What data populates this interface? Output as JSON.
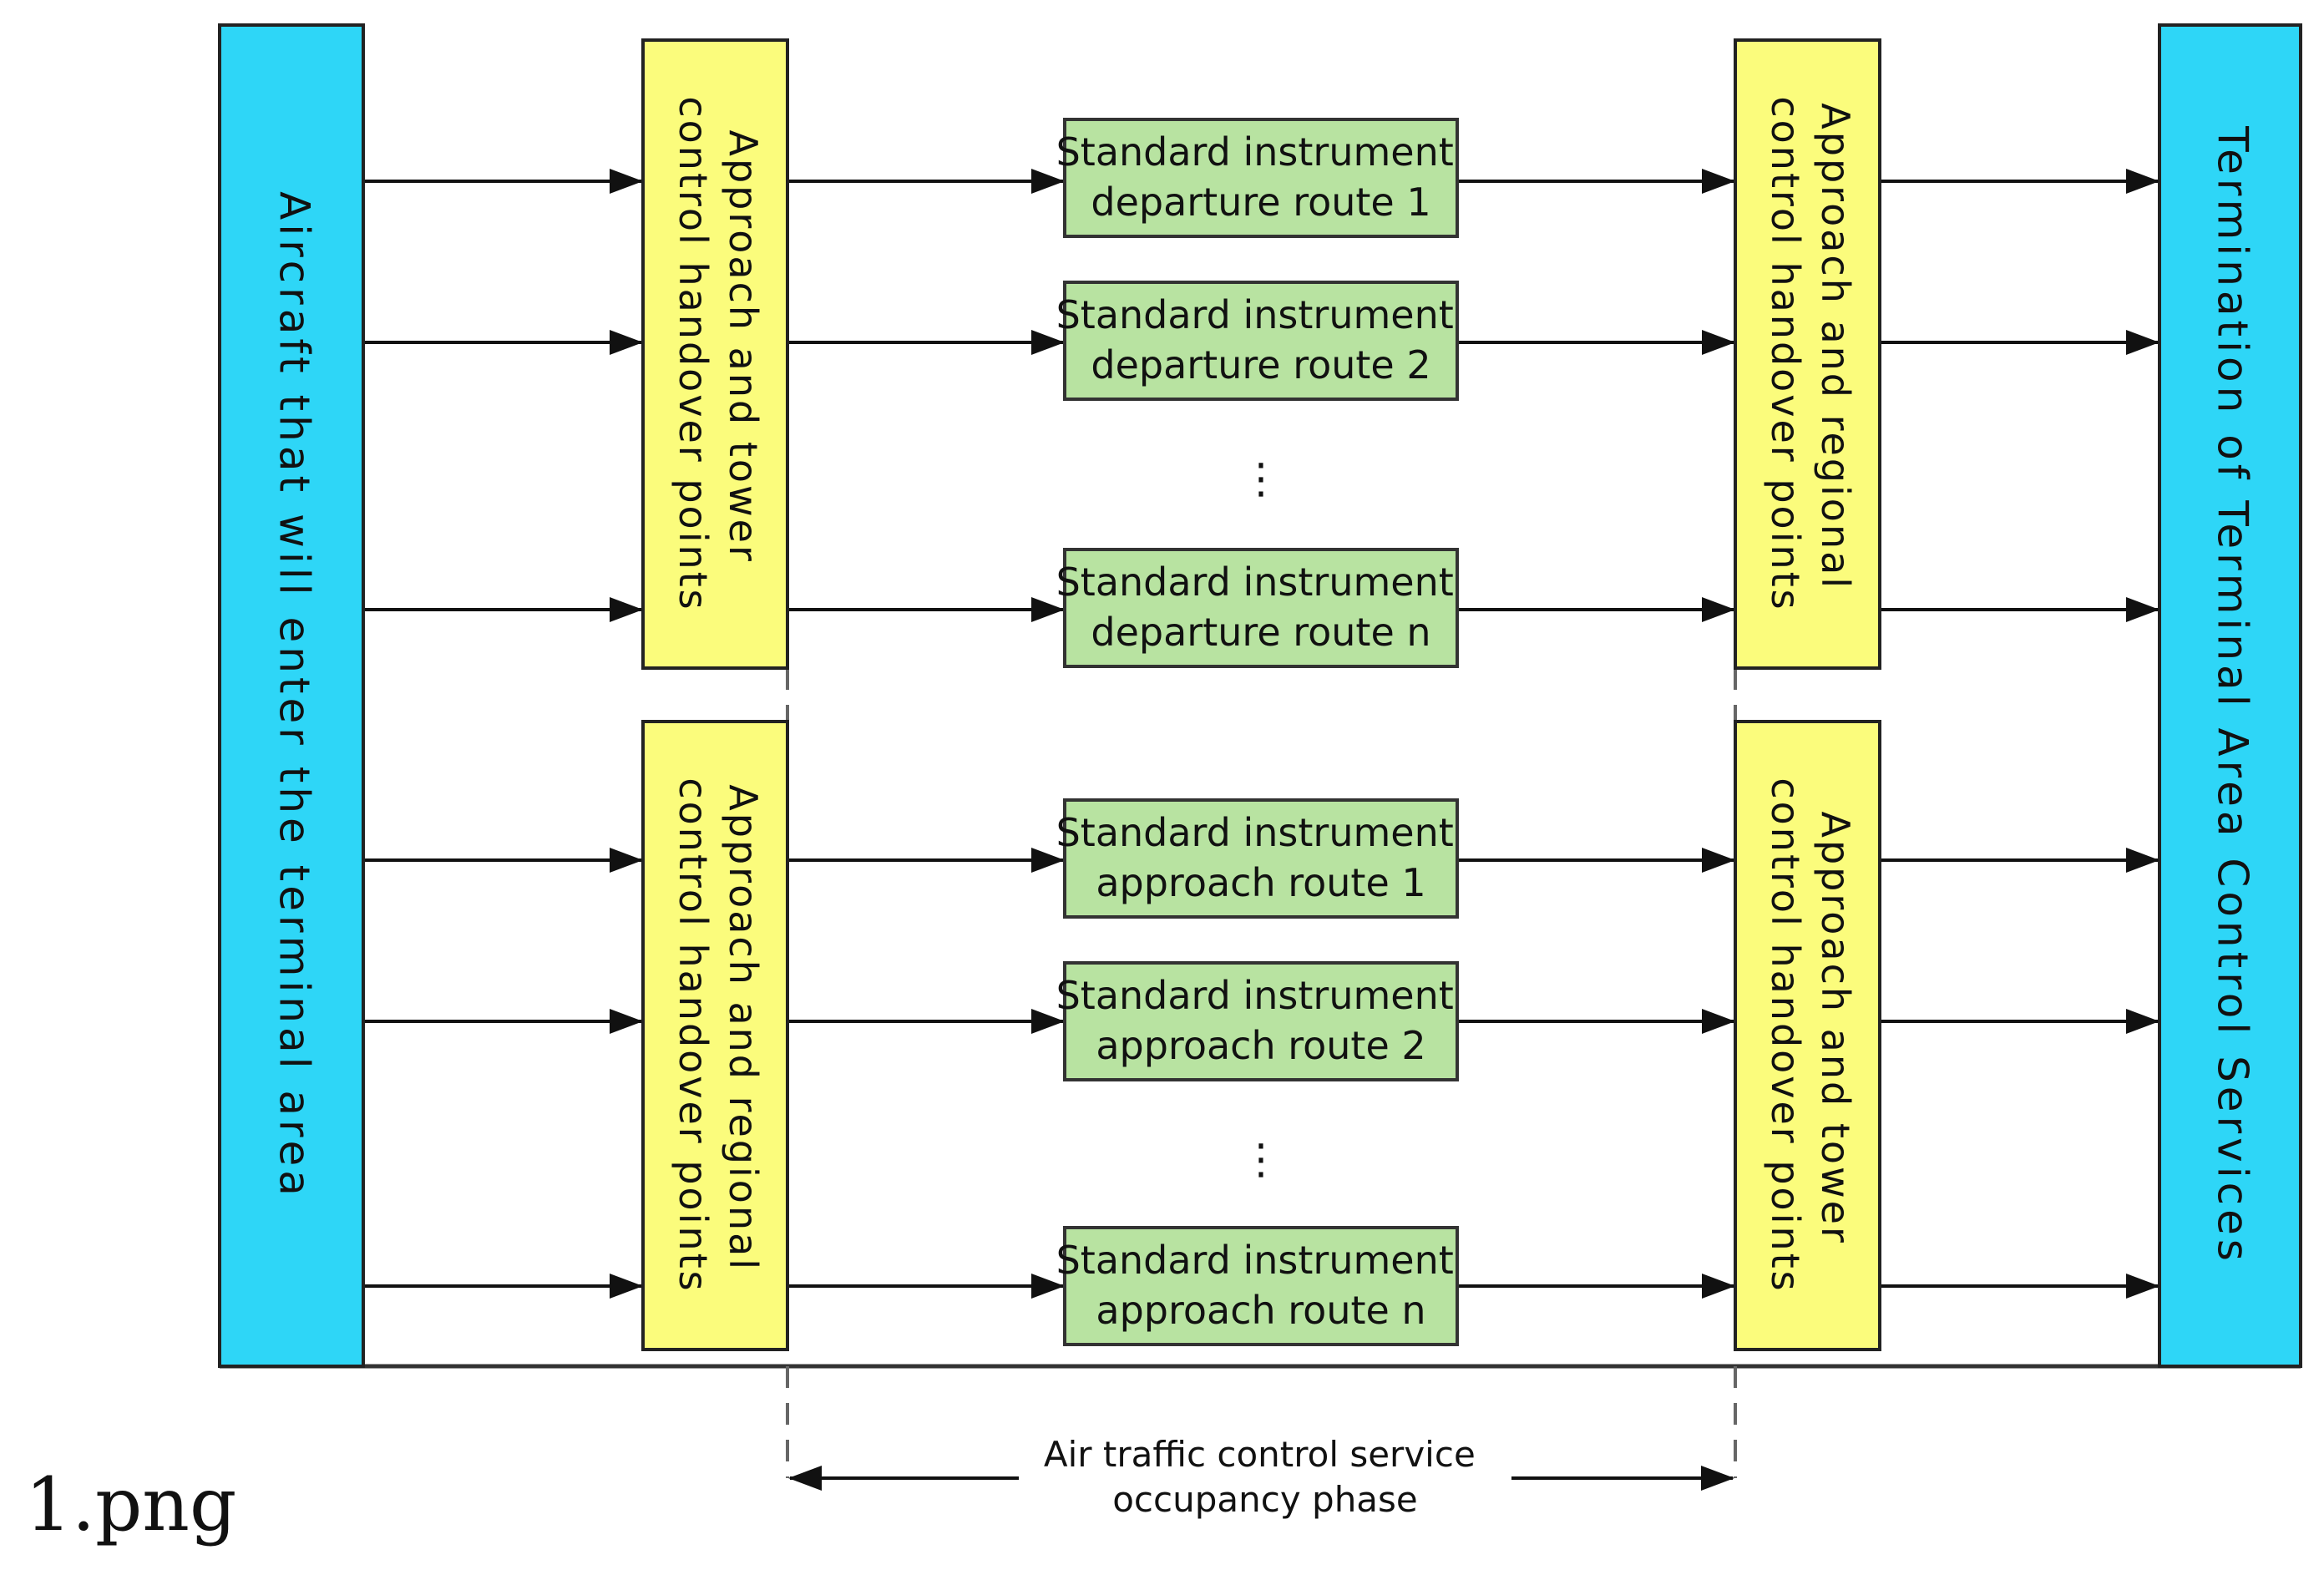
{
  "colors": {
    "side_bar_fill": "#2ed6f7",
    "handover_fill": "#fbfc7c",
    "route_fill": "#b8e3a1",
    "stroke": "#222222"
  },
  "left_bar": {
    "label": "Aircraft that will enter the terminal area"
  },
  "right_bar": {
    "label": "Termination of Terminal Area Control Services"
  },
  "handover": {
    "dep_in": {
      "lines": [
        "Approach and tower",
        "control handover points"
      ]
    },
    "dep_out": {
      "lines": [
        "Approach and regional",
        "control handover points"
      ]
    },
    "app_in": {
      "lines": [
        "Approach and regional",
        "control handover points"
      ]
    },
    "app_out": {
      "lines": [
        "Approach and tower",
        "control handover points"
      ]
    }
  },
  "routes": {
    "departure": [
      {
        "line1": "Standard instrument",
        "line2": "departure route 1"
      },
      {
        "line1": "Standard instrument",
        "line2": "departure route 2"
      },
      {
        "line1": "Standard instrument",
        "line2": "departure route n"
      }
    ],
    "approach": [
      {
        "line1": "Standard instrument",
        "line2": "approach route 1"
      },
      {
        "line1": "Standard instrument",
        "line2": "approach route 2"
      },
      {
        "line1": "Standard instrument",
        "line2": "approach route n"
      }
    ],
    "ellipsis": "⋮"
  },
  "phase": {
    "line1": "Air traffic control service",
    "line2": "occupancy phase"
  },
  "caption": "1.png"
}
